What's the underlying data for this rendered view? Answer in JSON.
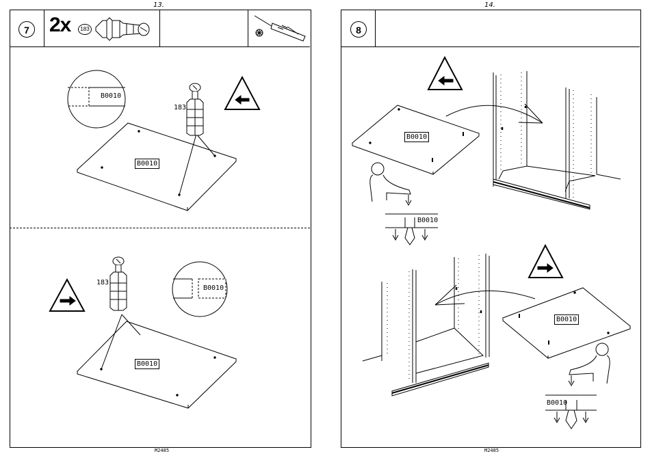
{
  "left_page": {
    "page_number": "13.",
    "step_number": "7",
    "quantity": "2x",
    "part_ref": "183",
    "footer_code": "M2485",
    "top_panel": {
      "part_label": "B0010",
      "zoom_label": "B0010",
      "callout": "183"
    },
    "bottom_panel": {
      "part_label": "B0010",
      "zoom_label": "B0010",
      "callout": "183"
    }
  },
  "right_page": {
    "page_number": "14.",
    "step_number": "8",
    "footer_code": "M2485",
    "top_panel": {
      "board_label": "B0010",
      "detail_label": "B0010"
    },
    "bottom_panel": {
      "board_label": "B0010",
      "detail_label": "B0010"
    }
  },
  "icons": {
    "left_direction": "arrow-left-warning-triangle",
    "right_direction": "arrow-right-warning-triangle",
    "tool": "screwdriver-icon"
  }
}
